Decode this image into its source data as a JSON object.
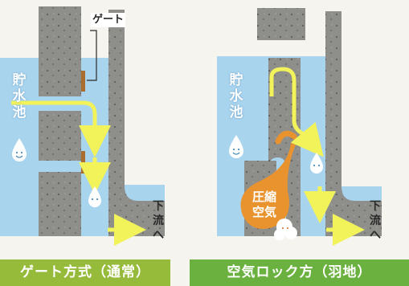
{
  "left_panel": {
    "reservoir_label": "貯水池",
    "gate_label": "ゲート",
    "downstream_label": "下流へ",
    "caption": "ゲート方式（通常）"
  },
  "right_panel": {
    "reservoir_label": "貯水池",
    "compressed_air_label_line1": "圧縮",
    "compressed_air_label_line2": "空気",
    "downstream_label": "下流へ",
    "caption": "空気ロック方（羽地）"
  },
  "colors": {
    "water": "#a9d4ee",
    "concrete": "#8e8e8b",
    "arrow": "#f2f25a",
    "gate": "#a86d2f",
    "air_orange": "#e9932f",
    "caption_left": "#96bb3a",
    "caption_right": "#6bb13f"
  }
}
